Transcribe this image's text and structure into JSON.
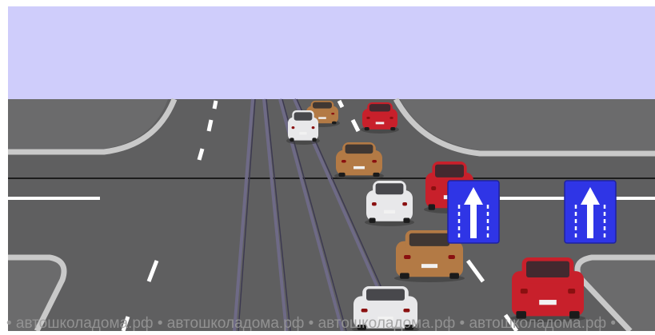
{
  "scene": {
    "sky_color": "#cfcdfb",
    "road_color": "#5f5f60",
    "curb_color": "#c9c9c9",
    "marking_color": "#ffffff",
    "tram_rail_color": "#6e6a86",
    "sign_color": "#2f35e6"
  },
  "signs": [
    {
      "name": "lane-direction-sign",
      "icon": "straight-arrow-lanes-icon"
    },
    {
      "name": "lane-direction-sign",
      "icon": "straight-arrow-lanes-icon"
    }
  ],
  "vehicles": [
    {
      "color": "#b37a45"
    },
    {
      "color": "#c8202b"
    },
    {
      "color": "#e8e8ea"
    },
    {
      "color": "#b37a45"
    },
    {
      "color": "#c8202b"
    },
    {
      "color": "#e8e8ea"
    },
    {
      "color": "#b37a45"
    },
    {
      "color": "#c8202b"
    },
    {
      "color": "#e8e8ea"
    }
  ],
  "watermark": {
    "text": "• автошколадома.рф • автошколадома.рф • автошколадома.рф • автошколадома.рф •"
  }
}
